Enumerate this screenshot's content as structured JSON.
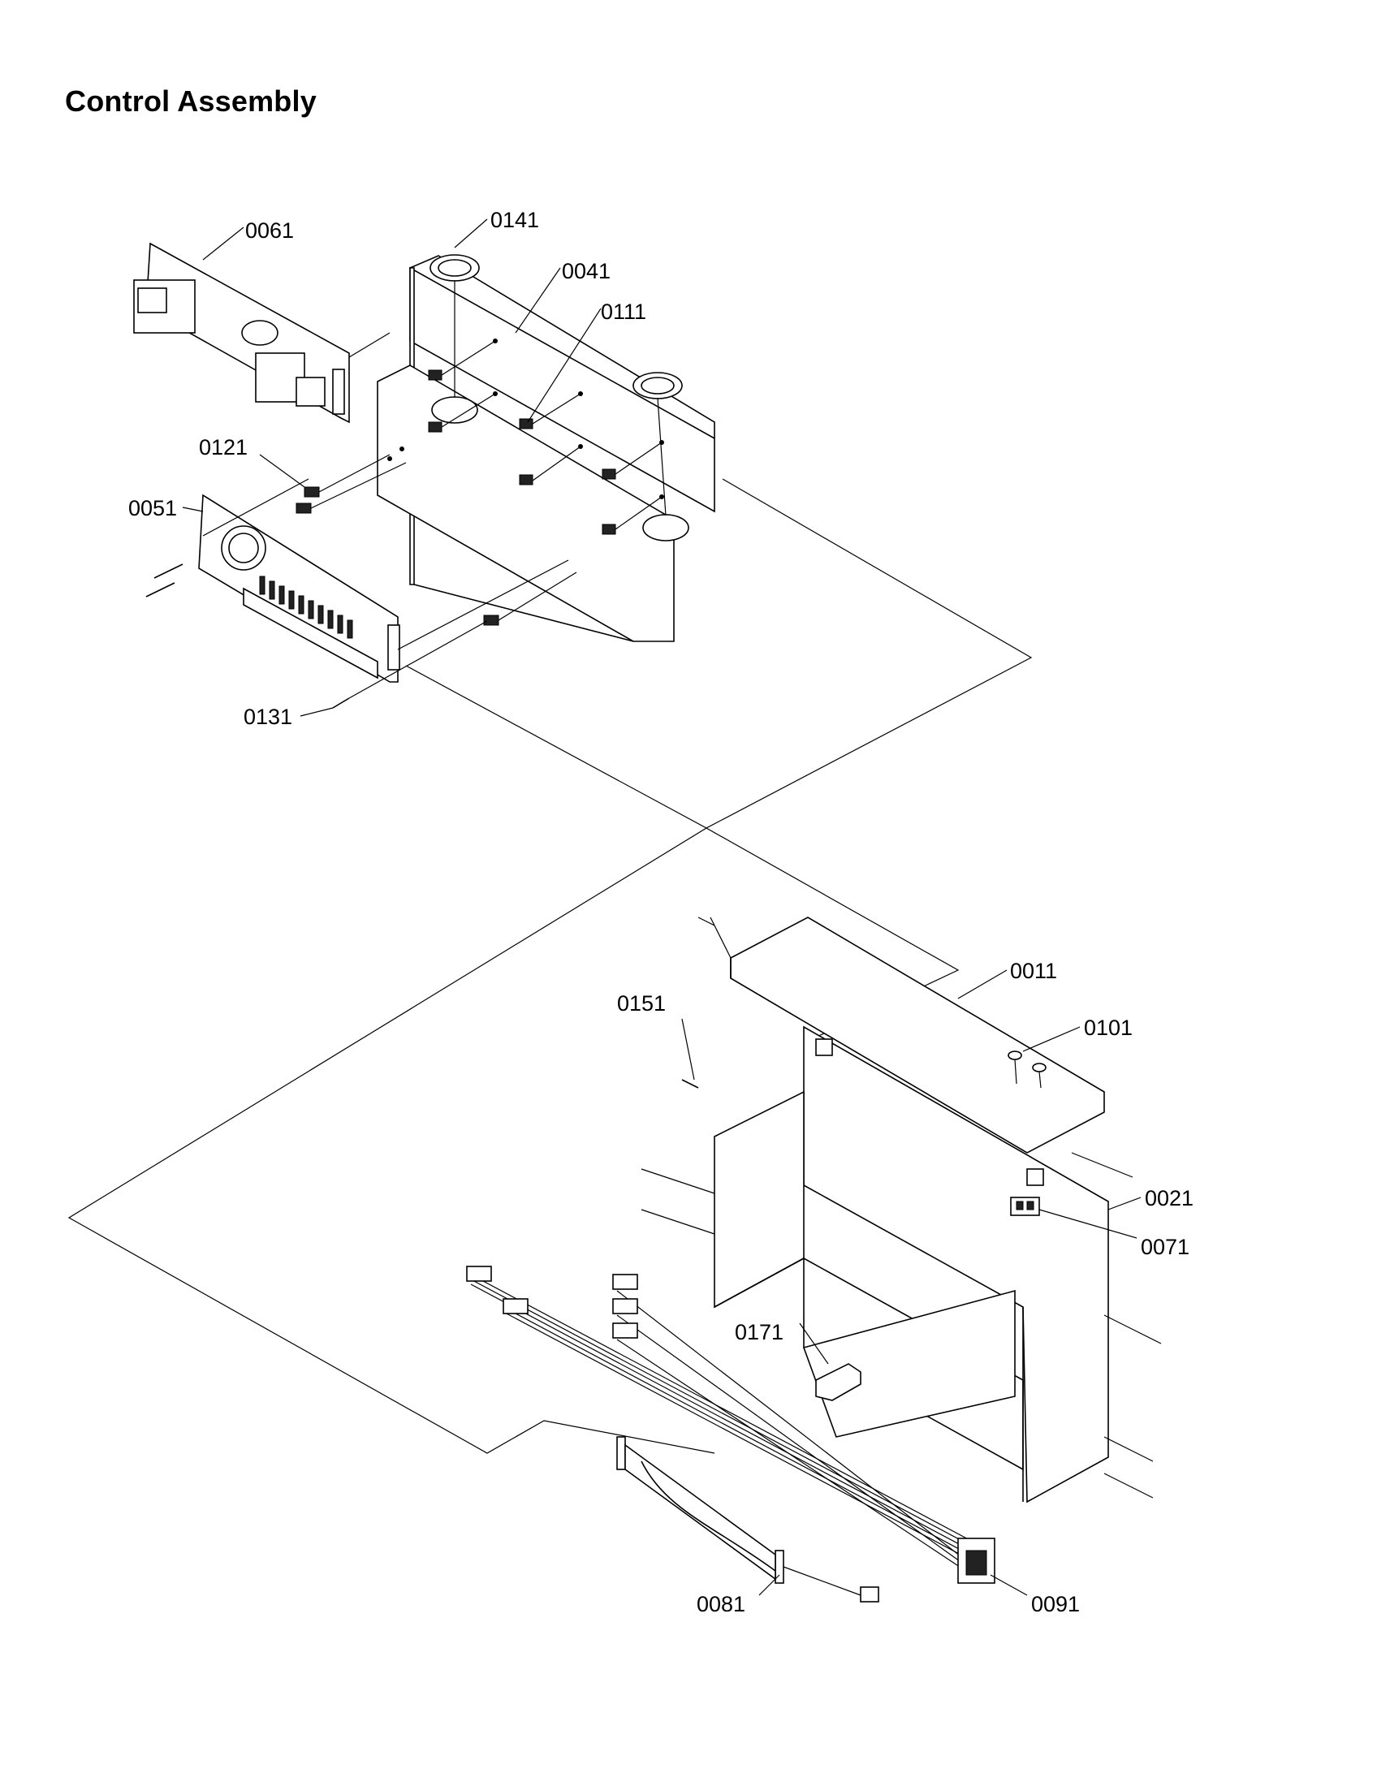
{
  "title": "Control Assembly",
  "parts": [
    {
      "id": "0011"
    },
    {
      "id": "0021"
    },
    {
      "id": "0041"
    },
    {
      "id": "0051"
    },
    {
      "id": "0061"
    },
    {
      "id": "0071"
    },
    {
      "id": "0081"
    },
    {
      "id": "0091"
    },
    {
      "id": "0101"
    },
    {
      "id": "0111"
    },
    {
      "id": "0121"
    },
    {
      "id": "0131"
    },
    {
      "id": "0141"
    },
    {
      "id": "0151"
    },
    {
      "id": "0171"
    }
  ]
}
